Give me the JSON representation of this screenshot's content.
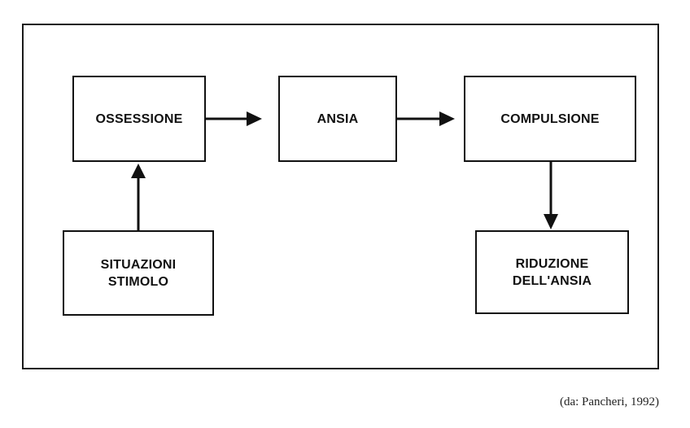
{
  "top_clipped_text": "...",
  "diagram": {
    "boxes": {
      "ossessione": "OSSESSIONE",
      "ansia": "ANSIA",
      "compulsione": "COMPULSIONE",
      "situazioni": "SITUAZIONI\nSTIMOLO",
      "riduzione": "RIDUZIONE\nDELL'ANSIA"
    },
    "edges": [
      {
        "from": "situazioni",
        "to": "ossessione"
      },
      {
        "from": "ossessione",
        "to": "ansia"
      },
      {
        "from": "ansia",
        "to": "compulsione"
      },
      {
        "from": "compulsione",
        "to": "riduzione"
      }
    ]
  },
  "caption": "(da: Pancheri, 1992)",
  "colors": {
    "line": "#111111",
    "background": "#ffffff"
  }
}
